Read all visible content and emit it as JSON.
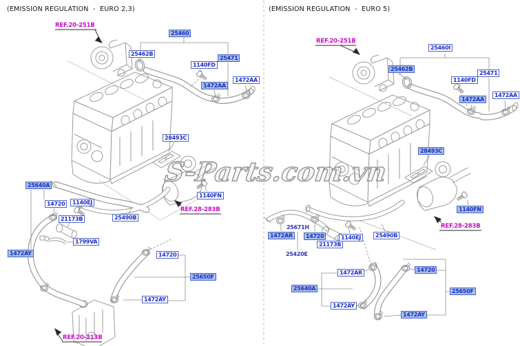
{
  "watermark": "S-Parts.com.vn",
  "colors": {
    "label_text": "#1f2fc4",
    "label_border": "#4a62c8",
    "label_highlight_bg": "#a5c0ea",
    "ref_magenta": "#c411c4",
    "art_gray": "#9a9a9a"
  },
  "panels": [
    {
      "title": "(EMISSION REGULATION  -  EURO 2,3)",
      "refs": [
        {
          "text": "REF.20-251B"
        },
        {
          "text": "REF.28-283B"
        },
        {
          "text": "REF.20-213B"
        }
      ],
      "labels": [
        {
          "text": "25460",
          "hl": true
        },
        {
          "text": "25462B",
          "hl": false
        },
        {
          "text": "25471",
          "hl": true
        },
        {
          "text": "1140FD",
          "hl": false
        },
        {
          "text": "1472AA",
          "hl": true
        },
        {
          "text": "1472AA",
          "hl": false
        },
        {
          "text": "28493C",
          "hl": false
        },
        {
          "text": "25640A",
          "hl": true
        },
        {
          "text": "14720",
          "hl": false
        },
        {
          "text": "1140EJ",
          "hl": false
        },
        {
          "text": "21173B",
          "hl": false
        },
        {
          "text": "25490B",
          "hl": false
        },
        {
          "text": "1140FN",
          "hl": false
        },
        {
          "text": "1799VA",
          "hl": false
        },
        {
          "text": "1472AY",
          "hl": true
        },
        {
          "text": "14720",
          "hl": false
        },
        {
          "text": "25650F",
          "hl": true
        },
        {
          "text": "1472AY",
          "hl": false
        }
      ]
    },
    {
      "title": "(EMISSION REGULATION  -  EURO 5)",
      "refs": [
        {
          "text": "REF.20-251B"
        },
        {
          "text": "REF.28-283B"
        }
      ],
      "labels": [
        {
          "text": "25460I",
          "hl": false
        },
        {
          "text": "25462B",
          "hl": true
        },
        {
          "text": "25471",
          "hl": false
        },
        {
          "text": "1140FD",
          "hl": false
        },
        {
          "text": "1472AA",
          "hl": true
        },
        {
          "text": "1472AA",
          "hl": false
        },
        {
          "text": "28493C",
          "hl": true
        },
        {
          "text": "1140FN",
          "hl": true
        },
        {
          "text": "25671H",
          "hl": false
        },
        {
          "text": "1472AR",
          "hl": true
        },
        {
          "text": "14720",
          "hl": true
        },
        {
          "text": "1140EJ",
          "hl": false
        },
        {
          "text": "25490B",
          "hl": false
        },
        {
          "text": "21173B",
          "hl": false
        },
        {
          "text": "25420E",
          "hl": false
        },
        {
          "text": "1472AR",
          "hl": false
        },
        {
          "text": "14720",
          "hl": true
        },
        {
          "text": "25640A",
          "hl": true
        },
        {
          "text": "25650F",
          "hl": true
        },
        {
          "text": "1472AY",
          "hl": false
        },
        {
          "text": "1472AY",
          "hl": true
        }
      ]
    }
  ]
}
